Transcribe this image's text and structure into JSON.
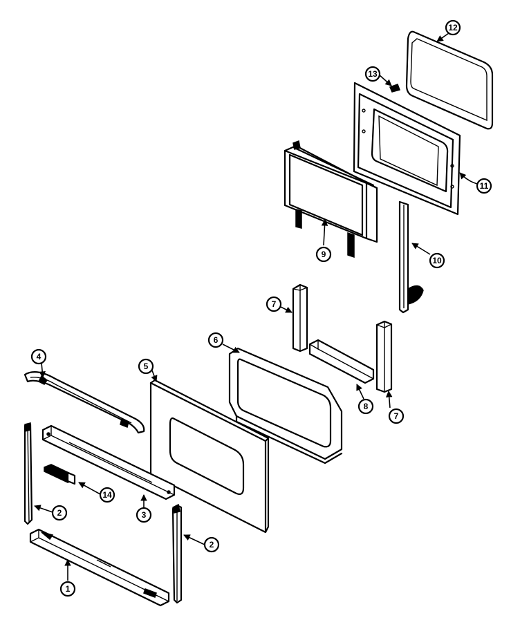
{
  "callouts": {
    "c1": "1",
    "c2a": "2",
    "c2b": "2",
    "c3": "3",
    "c4": "4",
    "c5": "5",
    "c6": "6",
    "c7a": "7",
    "c7b": "7",
    "c8": "8",
    "c9": "9",
    "c10": "10",
    "c11": "11",
    "c12": "12",
    "c13": "13",
    "c14": "14"
  }
}
